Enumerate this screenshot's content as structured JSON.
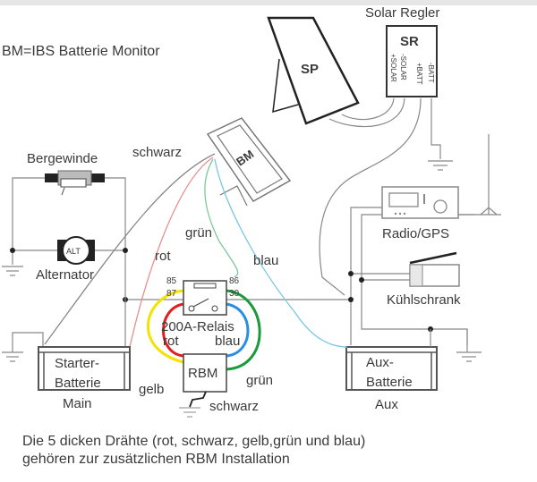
{
  "title": "BM=IBS Batterie Monitor",
  "colors": {
    "rot": "#e02020",
    "gelb": "#f2e300",
    "gruen": "#1a9a3a",
    "blau": "#2a8fe0",
    "thin_rot": "#e6908f",
    "thin_gruen": "#7cc89a",
    "thin_blau": "#78c6e6",
    "wire": "#8a8a8a",
    "schwarz": "#333333"
  },
  "components": {
    "solar_regler_label": "Solar Regler",
    "sr": "SR",
    "sr_terminals": [
      "+SOLAR",
      "-SOLAR",
      "+BATT",
      "-BATT"
    ],
    "sp": "SP",
    "bm": "BM",
    "bergewinde": "Bergewinde",
    "alternator_label": "Alternator",
    "alt": "ALT",
    "radio": "Radio/GPS",
    "kuehlschrank": "Kühlschrank",
    "relais": "200A-Relais",
    "relais_pins": {
      "p85": "85",
      "p86": "86",
      "p87": "87",
      "p30": "30"
    },
    "rbm": "RBM",
    "starter_batterie": [
      "Starter-",
      "Batterie"
    ],
    "main": "Main",
    "aux_batterie": [
      "Aux-",
      "Batterie"
    ],
    "aux": "Aux"
  },
  "wire_labels": {
    "schwarz_top": "schwarz",
    "rot_top": "rot",
    "gruen_top": "grün",
    "blau_top": "blau",
    "rot_relay": "rot",
    "blau_relay": "blau",
    "gelb": "gelb",
    "gruen_bottom": "grün",
    "schwarz_bottom": "schwarz"
  },
  "caption": {
    "line1": "Die 5 dicken Drähte (rot, schwarz, gelb,grün und blau)",
    "line2": "gehören zur zusätzlichen RBM Installation"
  }
}
